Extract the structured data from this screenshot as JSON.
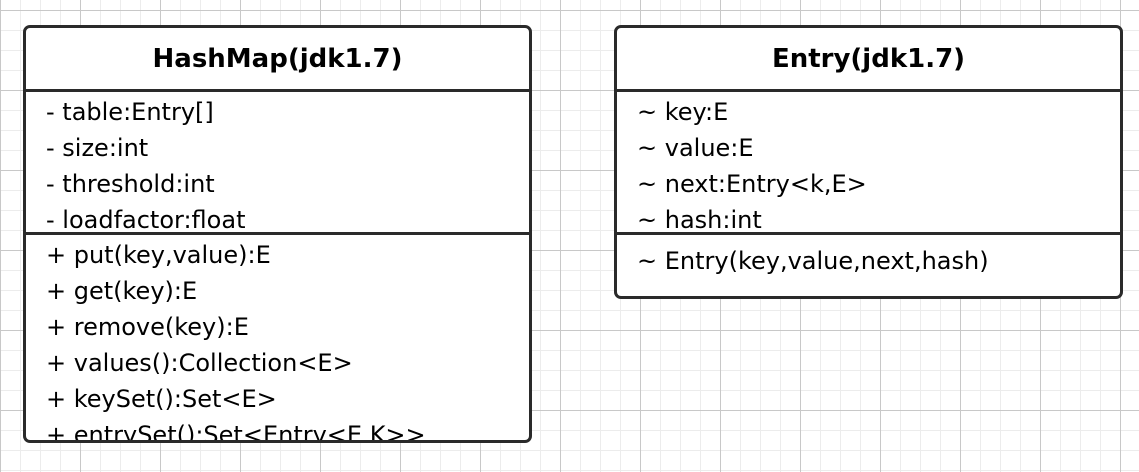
{
  "hashmap": {
    "title": "HashMap(jdk1.7)",
    "attributes": [
      "- table:Entry[]",
      "- size:int",
      "- threshold:int",
      "- loadfactor:float"
    ],
    "operations": [
      "+ put(key,value):E",
      "+ get(key):E",
      "+ remove(key):E",
      "+ values():Collection<E>",
      "+ keySet():Set<E>",
      "+ entrySet():Set<Entry<E,K>>"
    ]
  },
  "entry": {
    "title": "Entry(jdk1.7)",
    "attributes": [
      "~ key:E",
      "~ value:E",
      "~ next:Entry<k,E>",
      "~ hash:int"
    ],
    "operations": [
      "~ Entry(key,value,next,hash)"
    ]
  }
}
